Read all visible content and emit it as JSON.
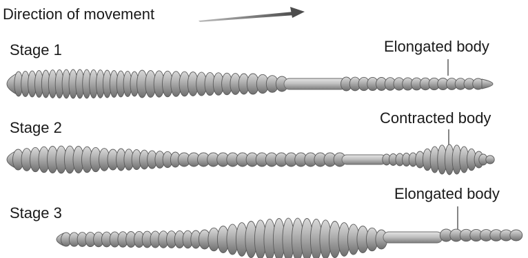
{
  "header": {
    "direction_label": "Direction of movement"
  },
  "stages": [
    {
      "label": "Stage 1",
      "annotation": "Elongated body"
    },
    {
      "label": "Stage 2",
      "annotation": "Contracted body"
    },
    {
      "label": "Stage 3",
      "annotation": "Elongated body"
    }
  ],
  "colors": {
    "body": "#a9a9a9",
    "body_dark": "#707070",
    "body_light": "#dcdcdc",
    "outline": "#5a5a5a",
    "arrow": "#555555"
  }
}
